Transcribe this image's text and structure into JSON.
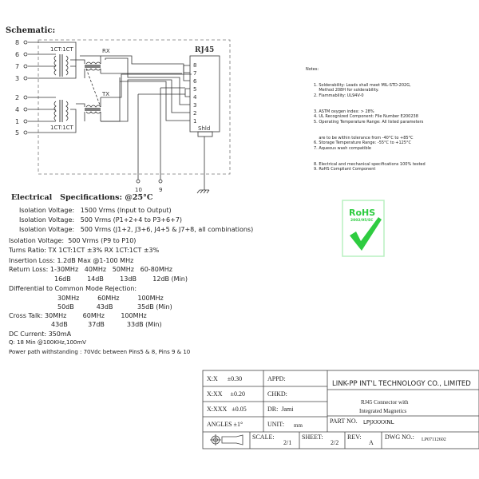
{
  "schematic": {
    "title": "Schematic:",
    "left_pins": [
      "8",
      "6",
      "7",
      "3",
      "2",
      "4",
      "1",
      "5"
    ],
    "ratio_top": "1CT:1CT",
    "ratio_bottom": "1CT:1CT",
    "rx": "RX",
    "tx": "TX",
    "connector": "RJ45",
    "rj_pins": [
      "8",
      "7",
      "6",
      "5",
      "4",
      "3",
      "2",
      "1"
    ],
    "shield": "Shld",
    "bottom_pins": [
      "10",
      "9"
    ]
  },
  "notes": {
    "title": "Notes:",
    "items": [
      "1. Solderability: Leads shall meet MIL-STD-202G,",
      "    Method 208H for solderability.",
      "2. Flammability: UL94V-0",
      "3. ASTM oxygen index: > 28%",
      "4. UL Recognized Component: File Number E200238",
      "5. Operating Temperature Range: All listed parameters",
      "    are to be within tolerance from -40°C to +85°C",
      "6. Storage Temperature Range: -55°C to +125°C",
      "7. Aqueous wash compatible",
      "8. Electrical and mechanical specifications 100% tested",
      "9. RoHS Compliant Component"
    ]
  },
  "rohs": {
    "title": "RoHS",
    "directive": "2002/95/EC",
    "color": "#2ecc40"
  },
  "specs": {
    "title": "Electrical   Specifications: @25°C",
    "lines": [
      "Isolation Voltage:   1500 Vrms (Input to Output)",
      "Isolation Voltage:   500 Vrms (P1+2+4 to P3+6+7)",
      "Isolation Voltage:   500 Vrms (J1+2, J3+6, J4+5 & J7+8, all combinations)",
      "Isolation Voltage:  500 Vrms (P9 to P10)",
      "Turns Ratio: TX 1CT:1CT ±3% RX 1CT:1CT ±3%",
      "Insertion Loss: 1.2dB Max @1-100 MHz",
      "Return Loss: 1-30MHz   40MHz   50MHz   60-80MHz",
      "16dB        14dB        13dB        12dB (Min)",
      "Differential to Common Mode Rejection:",
      "30MHz         60MHz         100MHz",
      "50dB           43dB            35dB (Min)",
      "Cross Talk: 30MHz        60MHz        100MHz",
      "43dB          37dB           33dB (Min)",
      "DC Current: 350mA",
      "Q: 18 Min @100KHz,100mV",
      "Power path withstanding : 70Vdc between Pins5 & 8, Pins 9 & 10"
    ]
  },
  "title_block": {
    "tol1": "X:X      ±0.30",
    "tol2": "X:XX     ±0.20",
    "tol3": "X:XXX   ±0.05",
    "angles": "ANGLES ±1°",
    "appd": "APPD:",
    "chkd": "CHKD:",
    "dr": "DR:  Jami",
    "unit_label": "UNIT:",
    "unit": "mm",
    "company": "LINK-PP INT'L TECHNOLOGY CO., LIMITED",
    "desc1": "RJ45 Connector with",
    "desc2": "Integrated Magnetics",
    "part_label": "PART NO.",
    "part": "LPJXXXXNL",
    "scale_label": "SCALE:",
    "scale": "2/1",
    "sheet_label": "SHEET:",
    "sheet": "2/2",
    "rev_label": "REV:",
    "rev": "A",
    "dwg_label": "DWG NO.:",
    "dwg": "LP07112602"
  }
}
